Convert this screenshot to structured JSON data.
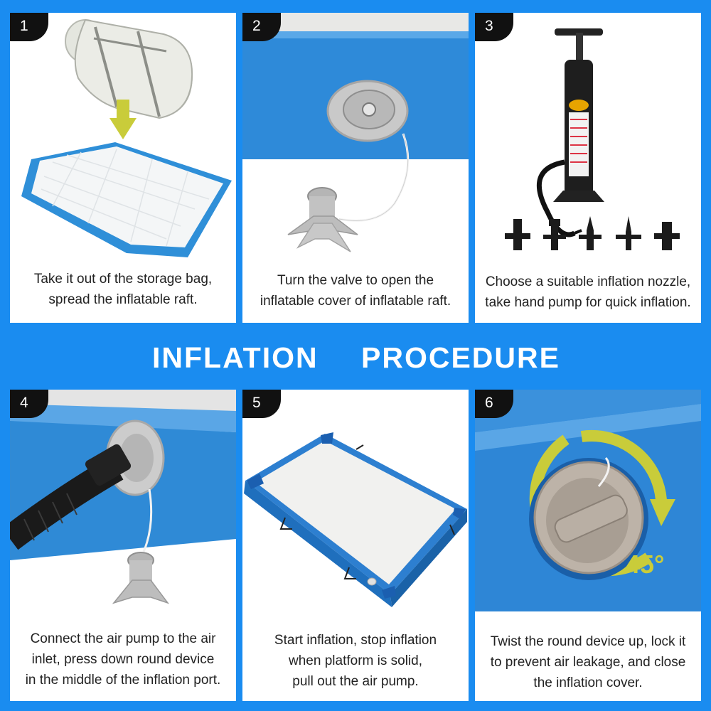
{
  "title": {
    "word1": "INFLATION",
    "word2": "PROCEDURE"
  },
  "colors": {
    "background": "#1a8cf0",
    "badge": "#111111",
    "panel": "#ffffff",
    "arrow_yellow": "#c9cc3a"
  },
  "steps": [
    {
      "number": "1",
      "lines": [
        "Take it out of the storage bag,",
        "spread the inflatable raft."
      ],
      "icon": "storage-bag-and-raft"
    },
    {
      "number": "2",
      "lines": [
        "Turn the valve to open the",
        "inflatable cover of inflatable raft."
      ],
      "icon": "valve"
    },
    {
      "number": "3",
      "lines": [
        "Choose a suitable inflation nozzle,",
        "take hand pump for quick inflation."
      ],
      "icon": "hand-pump-and-nozzles"
    },
    {
      "number": "4",
      "lines": [
        "Connect the air pump to the air",
        "inlet, press down round device",
        "in the middle of the inflation port."
      ],
      "icon": "hose-connected-valve"
    },
    {
      "number": "5",
      "lines": [
        "Start inflation, stop inflation",
        "when platform is solid,",
        "pull out the air pump."
      ],
      "icon": "inflated-platform"
    },
    {
      "number": "6",
      "lines": [
        "Twist the round device up, lock it",
        "to prevent air leakage, and close",
        "the inflation cover."
      ],
      "icon": "locked-valve-rotation",
      "rotation_label": "45°"
    }
  ]
}
